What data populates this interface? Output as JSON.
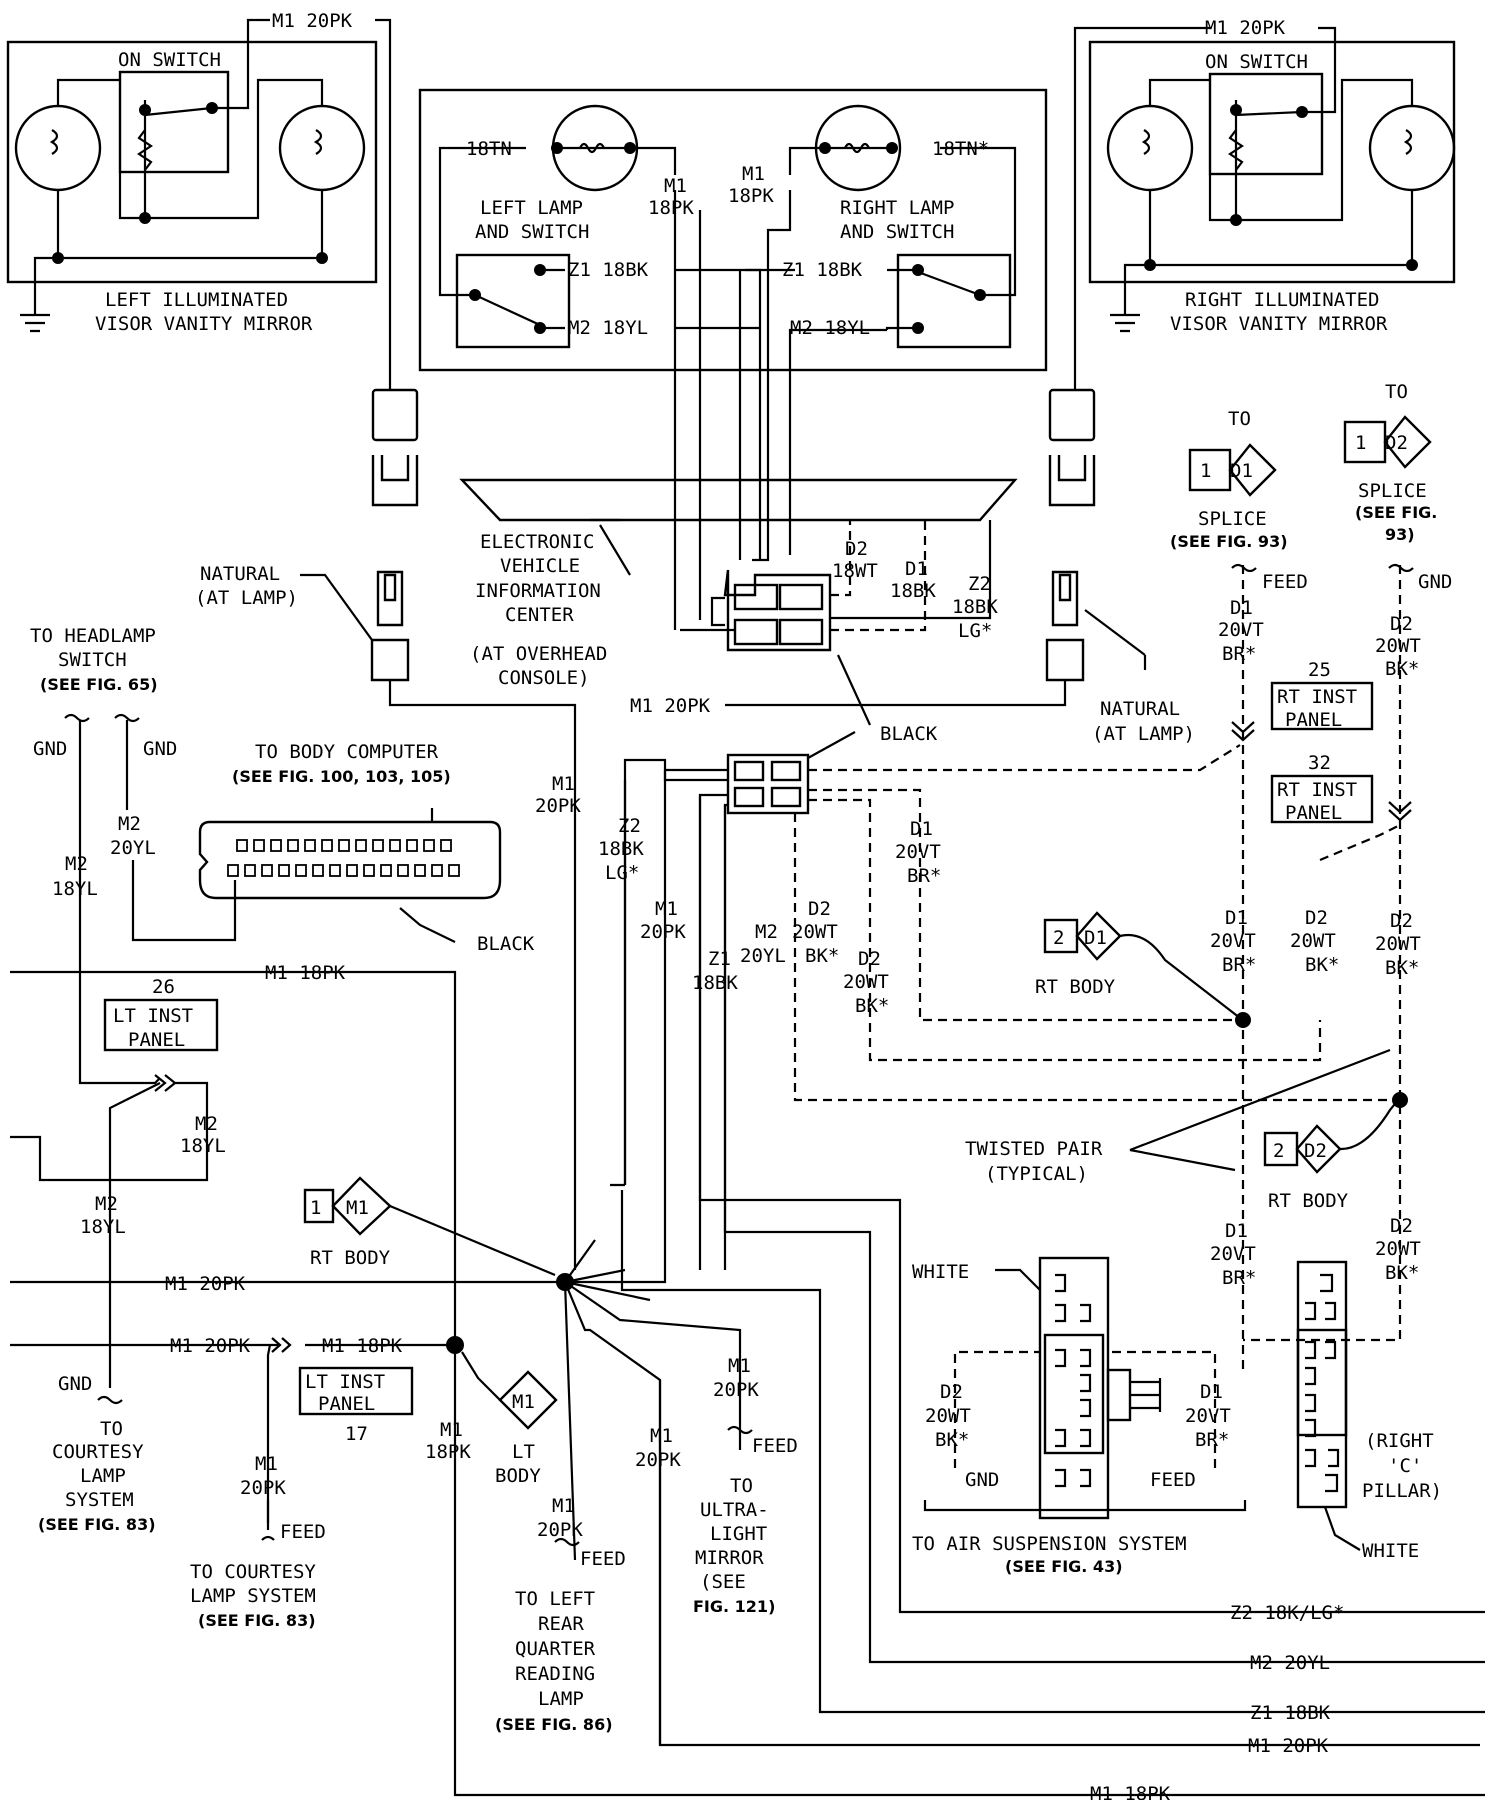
{
  "left_mirror": {
    "title_1": "LEFT ILLUMINATED",
    "title_2": "VISOR VANITY MIRROR",
    "switch": "ON SWITCH",
    "feed": "M1 20PK"
  },
  "right_mirror": {
    "title_1": "RIGHT ILLUMINATED",
    "title_2": "VISOR VANITY MIRROR",
    "switch": "ON SWITCH",
    "feed": "M1 20PK"
  },
  "console": {
    "left_lamp_1": "LEFT LAMP",
    "left_lamp_2": "AND SWITCH",
    "right_lamp_1": "RIGHT LAMP",
    "right_lamp_2": "AND SWITCH",
    "w_18tn_l": "18TN",
    "w_18tn_r": "18TN*",
    "w_m1_l_1": "M1",
    "w_m1_l_2": "18PK",
    "w_m1_r_1": "M1",
    "w_m1_r_2": "18PK",
    "w_z1_l": "Z1 18BK",
    "w_z1_r": "Z1 18BK",
    "w_m2_l": "M2 18YL",
    "w_m2_r": "M2 18YL"
  },
  "evic": {
    "l1": "ELECTRONIC",
    "l2": "VEHICLE",
    "l3": "INFORMATION",
    "l4": "CENTER",
    "l5": "(AT OVERHEAD",
    "l6": "CONSOLE)",
    "d2_1": "D2",
    "d2_2": "18WT",
    "d1_1": "D1",
    "d1_2": "18BK",
    "z2_1": "Z2",
    "z2_2": "18BK",
    "z2_3": "LG*",
    "black": "BLACK"
  },
  "natural_left_1": "NATURAL",
  "natural_left_2": "(AT LAMP)",
  "natural_right_1": "NATURAL",
  "natural_right_2": "(AT LAMP)",
  "headlamp": {
    "l1": "TO HEADLAMP",
    "l2": "SWITCH",
    "l3": "(SEE FIG. 65)",
    "gnd_l": "GND",
    "gnd_r": "GND",
    "m2a_1": "M2",
    "m2a_2": "20YL",
    "m2b_1": "M2",
    "m2b_2": "18YL"
  },
  "body_computer": {
    "l1": "TO BODY COMPUTER",
    "l2": "(SEE FIG. 100, 103, 105)",
    "black": "BLACK"
  },
  "labels": {
    "m1_20pk_mid": "M1 20PK",
    "m1_20pk_v_1": "M1",
    "m1_20pk_v_2": "20PK",
    "m1_18pk_left": "M1 18PK",
    "z2_18bk_1": "Z2",
    "z2_18bk_2": "18BK",
    "z2_18bk_3": "LG*",
    "m1_20pk_c_1": "M1",
    "m1_20pk_c_2": "20PK",
    "z1_18bk_1": "Z1",
    "z1_18bk_2": "18BK",
    "m2_20yl_1": "M2",
    "m2_20yl_2": "20YL",
    "d2_20wt_a_1": "D2",
    "d2_20wt_a_2": "20WT",
    "d2_20wt_a_3": "BK*",
    "d2_20wt_b_1": "D2",
    "d2_20wt_b_2": "20WT",
    "d2_20wt_b_3": "BK*",
    "d1_20vt_a_1": "D1",
    "d1_20vt_a_2": "20VT",
    "d1_20vt_a_3": "BR*"
  },
  "lt_inst_26": {
    "num": "26",
    "l1": "LT INST",
    "l2": "PANEL"
  },
  "lt_inst_17": {
    "num": "17",
    "l1": "LT INST",
    "l2": "PANEL"
  },
  "rt_inst_25": {
    "num": "25",
    "l1": "RT INST",
    "l2": "PANEL"
  },
  "rt_inst_32": {
    "num": "32",
    "l1": "RT INST",
    "l2": "PANEL"
  },
  "m2_18yl_mid_1": "M2",
  "m2_18yl_mid_2": "18YL",
  "m2_18yl_low_1": "M2",
  "m2_18yl_low_2": "18YL",
  "splice_d1": {
    "to": "TO",
    "pin": "1",
    "id": "D1",
    "l1": "SPLICE",
    "l2": "(SEE FIG. 93)",
    "feed": "FEED",
    "w1": "D1",
    "w2": "20VT",
    "w3": "BR*"
  },
  "splice_d2": {
    "to": "TO",
    "pin": "1",
    "id": "D2",
    "l1": "SPLICE",
    "l2": "(SEE FIG.",
    "l3": "93)",
    "gnd": "GND",
    "w1": "D2",
    "w2": "20WT",
    "w3": "BK*"
  },
  "rt_body_d1": {
    "pin": "2",
    "id": "D1",
    "label": "RT BODY"
  },
  "rt_body_d2": {
    "pin": "2",
    "id": "D2",
    "label": "RT BODY"
  },
  "rt_body_m1": {
    "pin": "1",
    "id": "M1",
    "label": "RT BODY"
  },
  "lt_body_m1": {
    "id": "M1",
    "l1": "LT",
    "l2": "BODY"
  },
  "right_side": {
    "d1_1": "D1",
    "d1_2": "20VT",
    "d1_3": "BR*",
    "d2a_1": "D2",
    "d2a_2": "20WT",
    "d2a_3": "BK*",
    "d2b_1": "D2",
    "d2b_2": "20WT",
    "d2b_3": "BK*",
    "d1l_1": "D1",
    "d1l_2": "20VT",
    "d1l_3": "BR*",
    "d2l_1": "D2",
    "d2l_2": "20WT",
    "d2l_3": "BK*"
  },
  "twisted_1": "TWISTED PAIR",
  "twisted_2": "(TYPICAL)",
  "air_susp": {
    "white": "WHITE",
    "d2_1": "D2",
    "d2_2": "20WT",
    "d2_3": "BK*",
    "gnd": "GND",
    "d1_1": "D1",
    "d1_2": "20VT",
    "d1_3": "BR*",
    "feed": "FEED",
    "l1": "TO AIR SUSPENSION SYSTEM",
    "l2": "(SEE FIG. 43)"
  },
  "c_pillar": {
    "l1": "(RIGHT",
    "l2": "'C'",
    "l3": "PILLAR)",
    "white": "WHITE"
  },
  "bottom": {
    "m1_20pk_a": "M1 20PK",
    "m1_20pk_b": "M1 20PK",
    "m1_18pk_b": "M1 18PK",
    "gnd": "GND",
    "courtesy_a_1": "TO",
    "courtesy_a_2": "COURTESY",
    "courtesy_a_3": "LAMP",
    "courtesy_a_4": "SYSTEM",
    "courtesy_a_5": "(SEE FIG. 83)",
    "m1_20pk_c_1": "M1",
    "m1_20pk_c_2": "20PK",
    "feed_c": "FEED",
    "courtesy_b_1": "TO COURTESY",
    "courtesy_b_2": "LAMP SYSTEM",
    "courtesy_b_3": "(SEE FIG. 83)",
    "m1_18pk_v_1": "M1",
    "m1_18pk_v_2": "18PK",
    "m1_20pk_d_1": "M1",
    "m1_20pk_d_2": "20PK",
    "feed_d": "FEED",
    "reading_1": "TO LEFT",
    "reading_2": "REAR",
    "reading_3": "QUARTER",
    "reading_4": "READING",
    "reading_5": "LAMP",
    "reading_6": "(SEE FIG. 86)",
    "m1_20pk_e_1": "M1",
    "m1_20pk_e_2": "20PK",
    "m1_20pk_f_1": "M1",
    "m1_20pk_f_2": "20PK",
    "feed_f": "FEED",
    "ultra_1": "TO",
    "ultra_2": "ULTRA-",
    "ultra_3": "LIGHT",
    "ultra_4": "MIRROR",
    "ultra_5": "(SEE",
    "ultra_6": "FIG. 121)",
    "out_z2": "Z2 18K/LG*",
    "out_m2": "M2 20YL",
    "out_z1": "Z1 18BK",
    "out_m1_20": "M1 20PK",
    "out_m1_18": "M1 18PK"
  }
}
